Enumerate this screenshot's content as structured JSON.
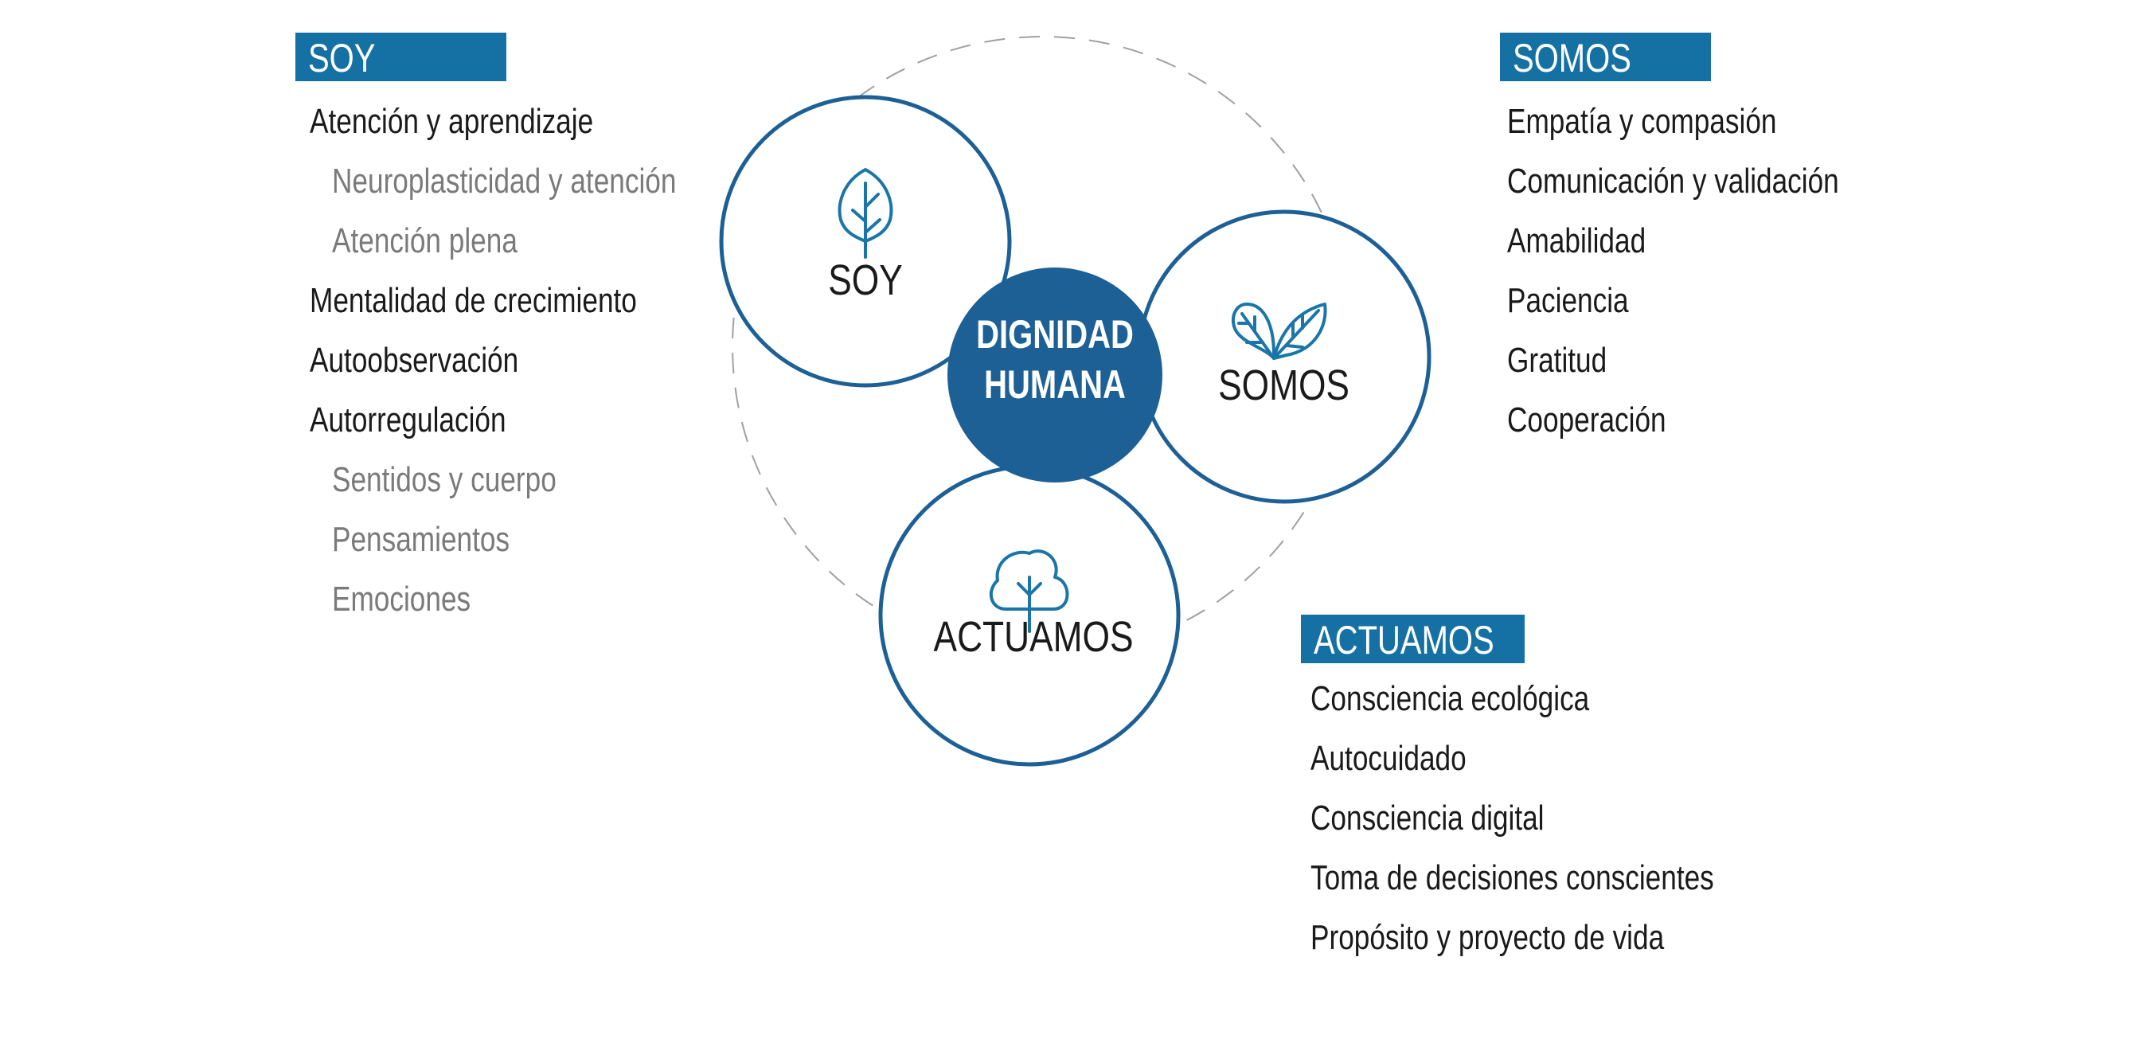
{
  "center": {
    "line1": "DIGNIDAD",
    "line2": "HUMANA"
  },
  "circles": {
    "soy": {
      "label": "SOY",
      "icon": "leaf-icon"
    },
    "somos": {
      "label": "SOMOS",
      "icon": "two-leaves-icon"
    },
    "actuamos": {
      "label": "ACTUAMOS",
      "icon": "tree-icon"
    }
  },
  "soy": {
    "title": "SOY",
    "items": [
      {
        "label": "Atención y aprendizaje",
        "level": 1
      },
      {
        "label": "Neuroplasticidad y atención",
        "level": 2
      },
      {
        "label": "Atención plena",
        "level": 2
      },
      {
        "label": "Mentalidad de crecimiento",
        "level": 1
      },
      {
        "label": "Autoobservación",
        "level": 1
      },
      {
        "label": "Autorregulación",
        "level": 1
      },
      {
        "label": "Sentidos y cuerpo",
        "level": 2
      },
      {
        "label": "Pensamientos",
        "level": 2
      },
      {
        "label": "Emociones",
        "level": 2
      }
    ]
  },
  "somos": {
    "title": "SOMOS",
    "items": [
      {
        "label": "Empatía y compasión"
      },
      {
        "label": "Comunicación y validación"
      },
      {
        "label": "Amabilidad"
      },
      {
        "label": "Paciencia"
      },
      {
        "label": "Gratitud"
      },
      {
        "label": "Cooperación"
      }
    ]
  },
  "actuamos": {
    "title": "ACTUAMOS",
    "items": [
      {
        "label": "Consciencia ecológica"
      },
      {
        "label": "Autocuidado"
      },
      {
        "label": "Consciencia digital"
      },
      {
        "label": "Toma de decisiones conscientes"
      },
      {
        "label": "Propósito y proyecto de vida"
      }
    ]
  },
  "colors": {
    "header": "#1570a3",
    "ring": "#1d6096",
    "icon": "#1a75a8",
    "dashed": "#a0a0a0"
  }
}
